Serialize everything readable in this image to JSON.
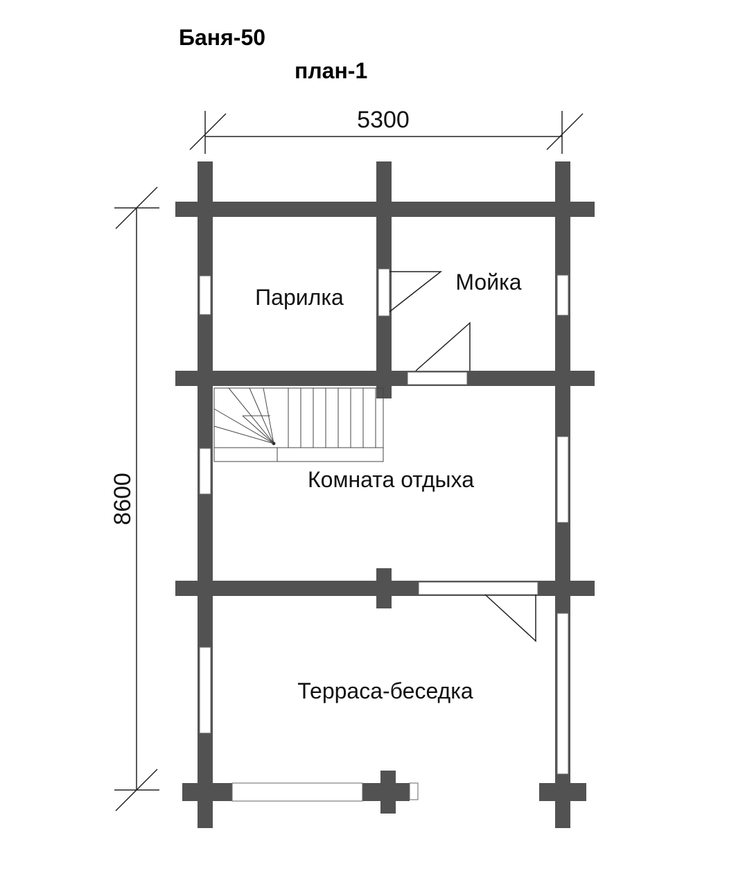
{
  "title": "Баня-50",
  "subtitle": "план-1",
  "dimensions": {
    "width": "5300",
    "height": "8600"
  },
  "rooms": {
    "parilka": "Парилка",
    "moika": "Мойка",
    "komnata": "Комната отдыха",
    "terrasa": "Терраса-беседка"
  },
  "colors": {
    "wall": "#525252",
    "line": "#222222",
    "background": "#ffffff"
  }
}
